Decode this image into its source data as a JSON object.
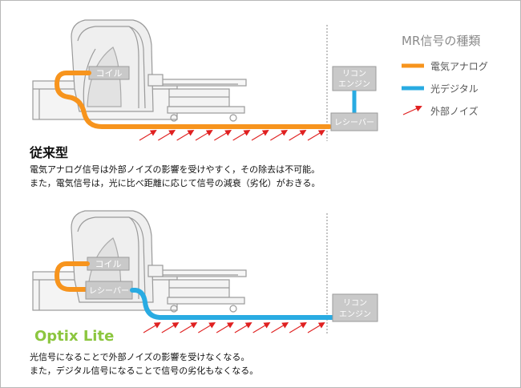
{
  "legend": {
    "title": "MR信号の種類",
    "items": [
      {
        "label": "電気アナログ",
        "color": "#f7941d",
        "kind": "line"
      },
      {
        "label": "光デジタル",
        "color": "#29abe2",
        "kind": "line"
      },
      {
        "label": "外部ノイズ",
        "color": "#e02020",
        "kind": "arrow"
      }
    ]
  },
  "top": {
    "coil_label": "コイル",
    "recon_label": [
      "リコン",
      "エンジン"
    ],
    "receiver_label": "レシーバー",
    "heading": "従来型",
    "desc": [
      "電気アナログ信号は外部ノイズの影響を受けやすく，その除去は不可能。",
      "また，電気信号は，光に比べ距離に応じて信号の減衰（劣化）がおきる。"
    ]
  },
  "bottom": {
    "coil_label": "コイル",
    "receiver_label": "レシーバー",
    "recon_label": [
      "リコン",
      "エンジン"
    ],
    "heading": "Optix Lite",
    "desc": [
      "光信号になることで外部ノイズの影響を受けなくなる。",
      "また，デジタル信号になることで信号の劣化もなくなる。"
    ]
  },
  "colors": {
    "analog": "#f7941d",
    "optical": "#29abe2",
    "noise": "#e02020",
    "box": "#c9c9c9"
  }
}
